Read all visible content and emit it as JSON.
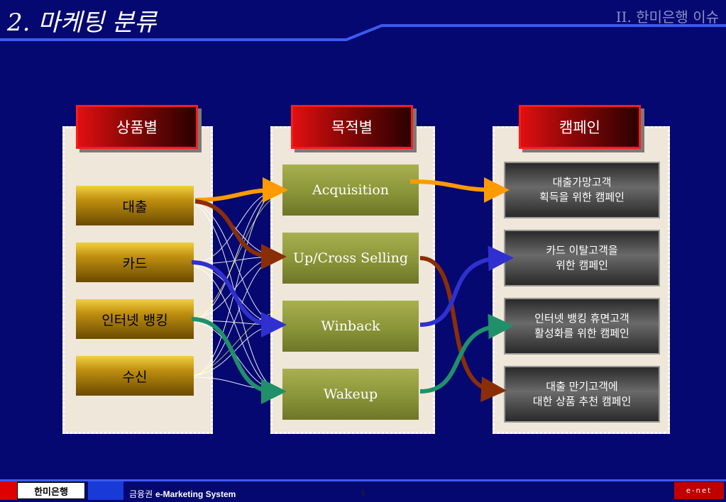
{
  "title": "2. 마케팅 분류",
  "section": "II. 한미은행 이슈",
  "columns": {
    "product": {
      "header": "상품별",
      "items": [
        "대출",
        "카드",
        "인터넷 뱅킹",
        "수신"
      ]
    },
    "purpose": {
      "header": "목적별",
      "items": [
        "Acquisition",
        "Up/Cross Selling",
        "Winback",
        "Wakeup"
      ]
    },
    "campaign": {
      "header": "캠페인",
      "items": [
        [
          "대출가망고객",
          "획득을 위한 캠페인"
        ],
        [
          "카드 이탈고객을",
          "위한 캠페인"
        ],
        [
          "인터넷 뱅킹 휴면고객",
          "활성화를 위한 캠페인"
        ],
        [
          "대출 만기고객에",
          "대한 상품 추천 캠페인"
        ]
      ]
    }
  },
  "colors": {
    "background": "#050870",
    "accent_line": "#3b5bf0",
    "arrow_orange": "#ff9a00",
    "arrow_brown": "#8a2e08",
    "arrow_blue": "#3030d0",
    "arrow_green": "#20906a"
  },
  "footer": {
    "logo_text": "한미은행",
    "system_prefix": "금융권 ",
    "system_name": "e-Marketing System",
    "page": "9",
    "brand": "e-net"
  }
}
